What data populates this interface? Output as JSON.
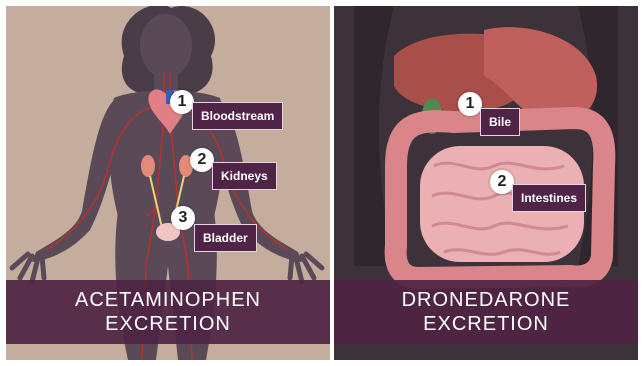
{
  "left_panel": {
    "title_line1": "ACETAMINOPHEN",
    "title_line2": "EXCRETION",
    "steps": [
      {
        "number": "1",
        "label": "Bloodstream"
      },
      {
        "number": "2",
        "label": "Kidneys"
      },
      {
        "number": "3",
        "label": "Bladder"
      }
    ]
  },
  "right_panel": {
    "title_line1": "DRONEDARONE",
    "title_line2": "EXCRETION",
    "steps": [
      {
        "number": "1",
        "label": "Bile"
      },
      {
        "number": "2",
        "label": "Intestines"
      }
    ]
  },
  "colors": {
    "left_background": "#c5ad9d",
    "right_background": "#3d3239",
    "banner": "#4e2444",
    "label_box": "#4f2446",
    "body_silhouette": "#5a4a58",
    "vessels": "#b5322e",
    "organs_pink": "#e9a4a4",
    "gallbladder": "#4f8a4f"
  }
}
